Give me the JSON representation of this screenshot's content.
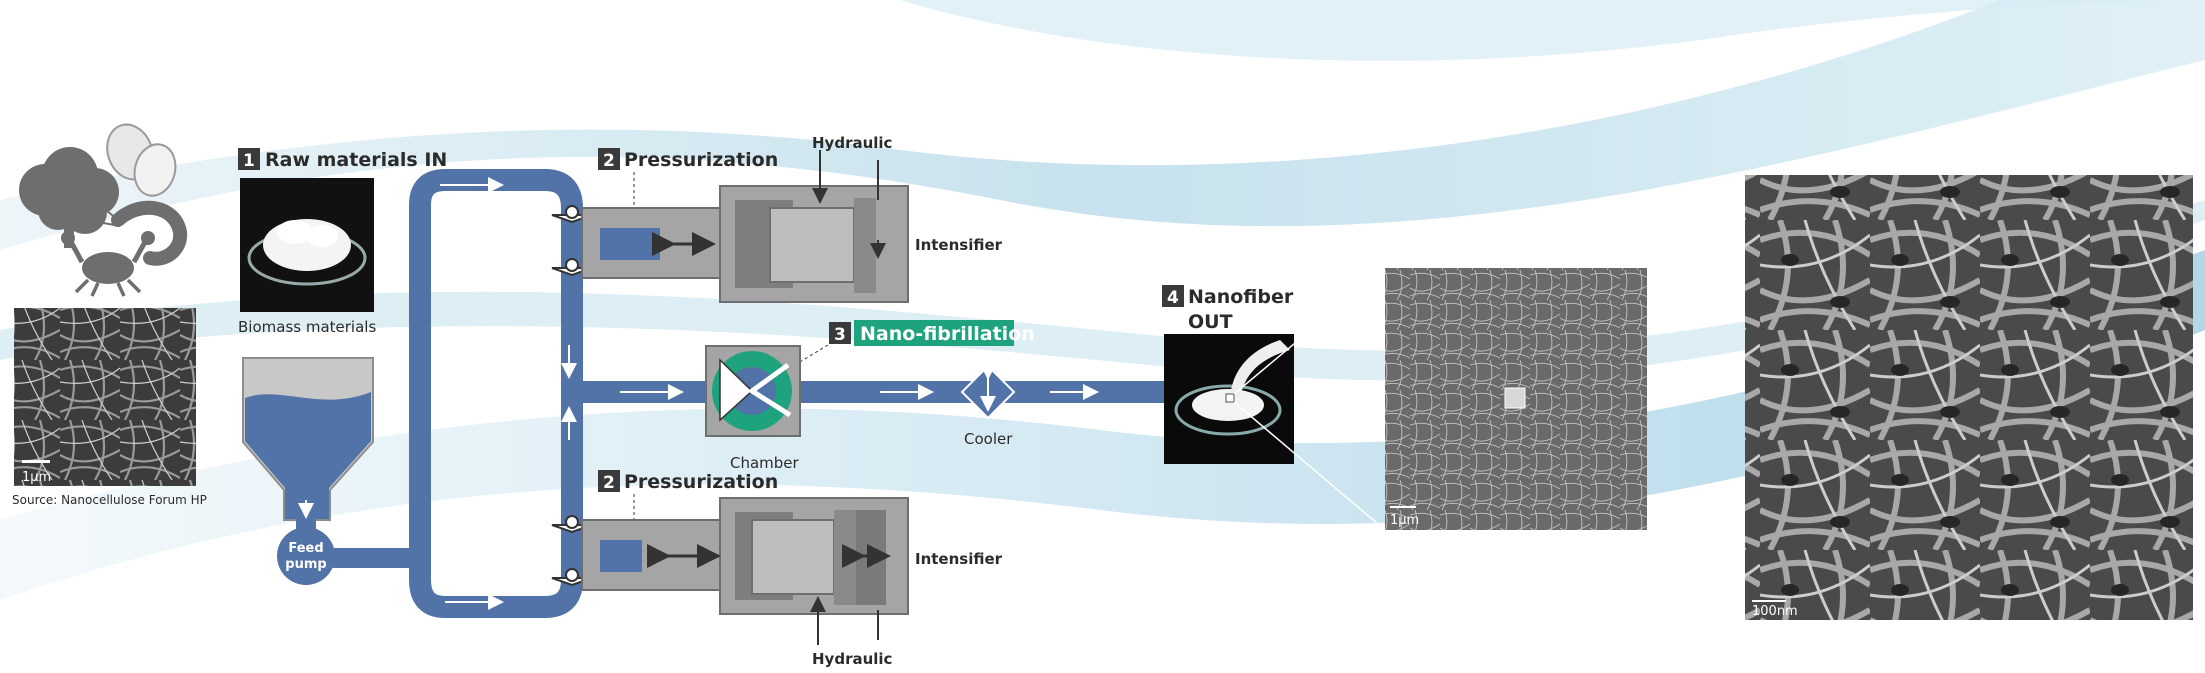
{
  "steps": {
    "raw": {
      "num": "1",
      "label": "Raw materials IN"
    },
    "press_top": {
      "num": "2",
      "label": "Pressurization"
    },
    "nano": {
      "num": "3",
      "label": "Nano-fibrillation"
    },
    "press_bot": {
      "num": "2",
      "label": "Pressurization"
    },
    "out": {
      "num": "4",
      "label_line1": "Nanofiber",
      "label_line2": "OUT"
    }
  },
  "labels": {
    "biomass": "Biomass materials",
    "source": "Source: Nanocellulose Forum HP",
    "feed_line1": "Feed",
    "feed_line2": "pump",
    "hydraulic_top": "Hydraulic",
    "hydraulic_bottom": "Hydraulic",
    "intensifier_top": "Intensifier",
    "intensifier_bottom": "Intensifier",
    "chamber": "Chamber",
    "cooler": "Cooler",
    "scale_fiber": "1μm",
    "scale_mid": "1μm",
    "scale_zoom": "100nm"
  },
  "colors": {
    "pipe": "#5273a8",
    "pipe_dark": "#2f4e80",
    "machine": "#9a9a9a",
    "machine_dark": "#6e6e6e",
    "accent_green": "#1fa37e",
    "step_box": "#3a3a3a"
  }
}
